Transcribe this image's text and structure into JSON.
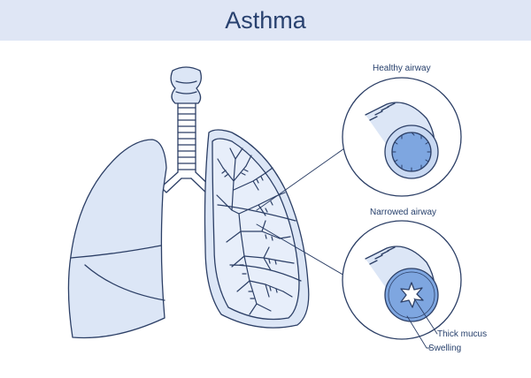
{
  "title": "Asthma",
  "labels": {
    "healthy_airway": "Healthy airway",
    "narrowed_airway": "Narrowed airway",
    "thick_mucus": "Thick mucus",
    "swelling": "Swelling"
  },
  "colors": {
    "title_bar": "#dfe6f5",
    "title_text": "#28416f",
    "outline": "#2c3f66",
    "lung_fill": "#dce6f6",
    "airway_lumen": "#7ea6e0",
    "airway_ring": "#c9d9f2"
  }
}
